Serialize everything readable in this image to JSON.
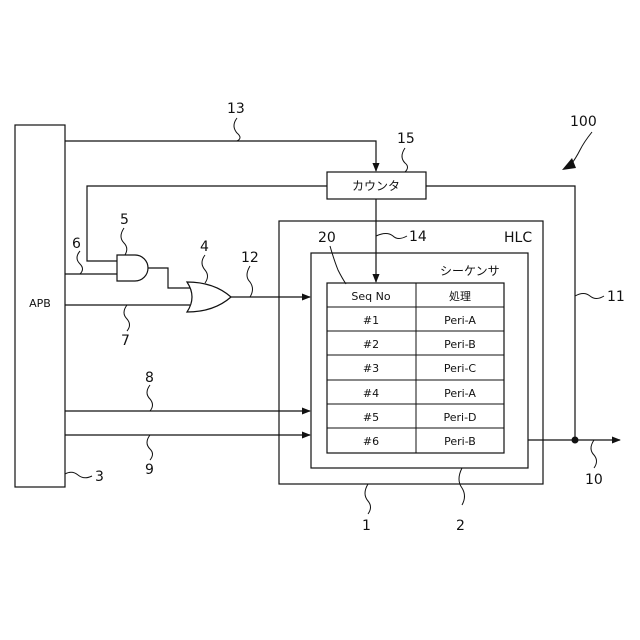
{
  "figure_number": "100",
  "blocks": {
    "apb": "APB",
    "counter": "カウンタ",
    "hlc": "HLC",
    "sequencer": "シーケンサ"
  },
  "table": {
    "headers": [
      "Seq No",
      "処理"
    ],
    "rows": [
      {
        "seq": "#1",
        "proc": "Peri-A"
      },
      {
        "seq": "#2",
        "proc": "Peri-B"
      },
      {
        "seq": "#3",
        "proc": "Peri-C"
      },
      {
        "seq": "#4",
        "proc": "Peri-A"
      },
      {
        "seq": "#5",
        "proc": "Peri-D"
      },
      {
        "seq": "#6",
        "proc": "Peri-B"
      }
    ]
  },
  "refs": {
    "r1": "1",
    "r2": "2",
    "r3": "3",
    "r4": "4",
    "r5": "5",
    "r6": "6",
    "r7": "7",
    "r8": "8",
    "r9": "9",
    "r10": "10",
    "r11": "11",
    "r12": "12",
    "r13": "13",
    "r14": "14",
    "r15": "15",
    "r20": "20"
  }
}
